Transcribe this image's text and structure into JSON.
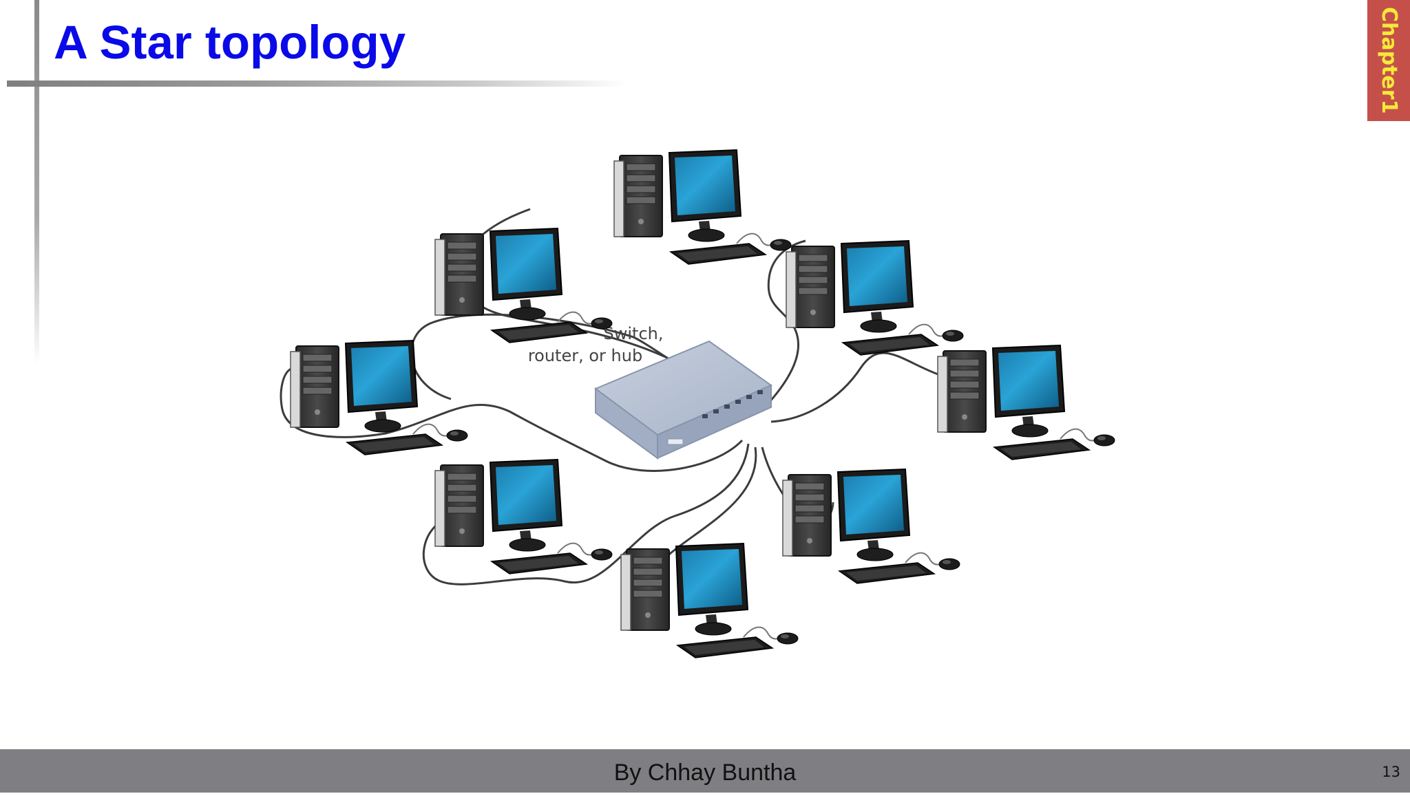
{
  "slide": {
    "title": "A Star topology",
    "chapter_tab": "Chapter1",
    "footer_author": "By Chhay Buntha",
    "page_number": "13"
  },
  "diagram": {
    "hub_label_line1": "Switch,",
    "hub_label_line2": "router, or hub",
    "node_count": 8,
    "node_icon": "desktop-computer-icon",
    "hub_icon": "network-switch-icon"
  },
  "colors": {
    "title": "#0a0ae8",
    "chapter_tab_bg": "#c5504a",
    "chapter_tab_text": "#f5e93a",
    "footer_bg": "#7f7f83",
    "hub": "#b4c0d4"
  }
}
